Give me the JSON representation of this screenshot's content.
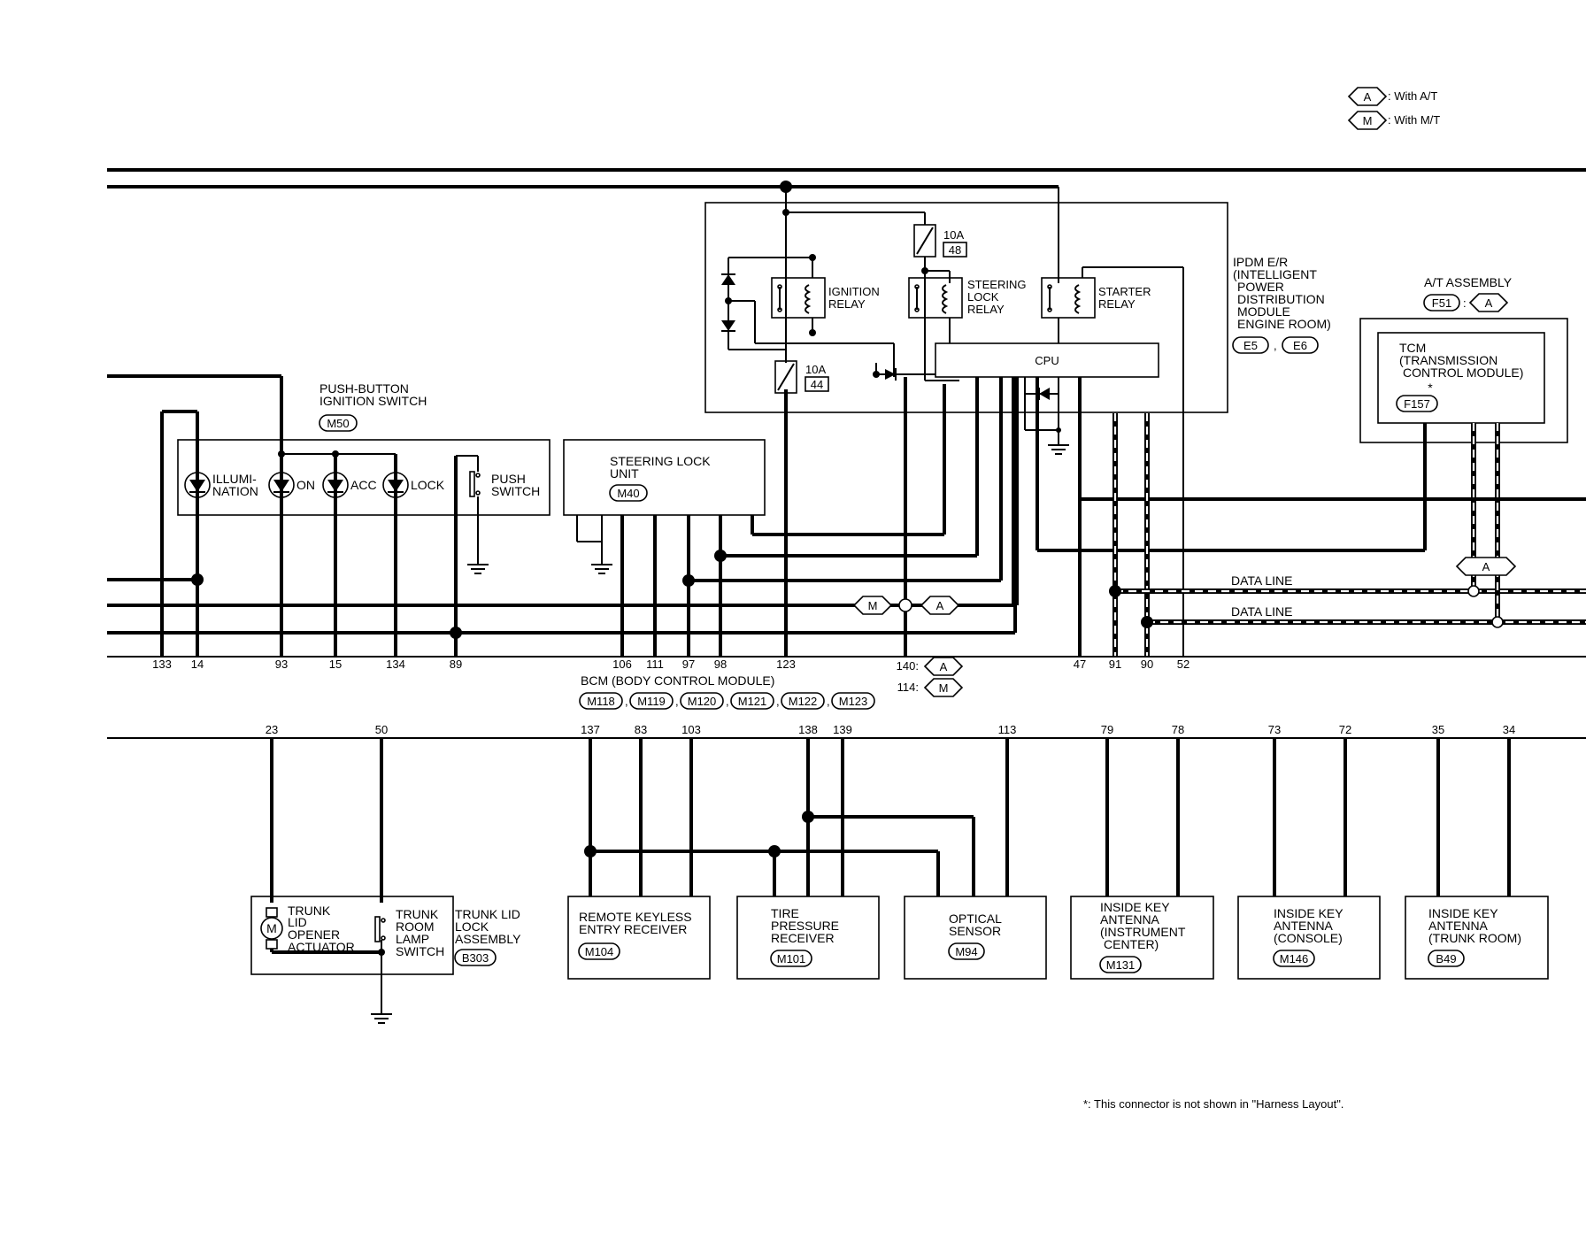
{
  "legend": [
    {
      "code": "A",
      "text": ": With A/T"
    },
    {
      "code": "M",
      "text": ": With M/T"
    }
  ],
  "components": {
    "ipdm": {
      "lines": [
        "IPDM E/R",
        "(INTELLIGENT",
        "POWER",
        "DISTRIBUTION",
        "MODULE",
        "ENGINE ROOM)"
      ],
      "connectors": [
        "E5",
        "E6"
      ]
    },
    "ipdm_internal": {
      "fuse_top": {
        "amp": "10A",
        "num": "48"
      },
      "fuse_left": {
        "amp": "10A",
        "num": "44"
      },
      "ignition_relay": [
        "IGNITION",
        "RELAY"
      ],
      "steering_lock_relay": [
        "STEERING",
        "LOCK",
        "RELAY"
      ],
      "starter_relay": [
        "STARTER",
        "RELAY"
      ],
      "cpu": "CPU"
    },
    "at_assembly": {
      "title": "A/T ASSEMBLY",
      "connector": "F51",
      "variant": "A"
    },
    "tcm": {
      "lines": [
        "TCM",
        "(TRANSMISSION",
        "CONTROL MODULE)"
      ],
      "asterisk": "*",
      "connector": "F157"
    },
    "push_button": {
      "lines": [
        "PUSH-BUTTON",
        "IGNITION SWITCH"
      ],
      "connector": "M50"
    },
    "switch_labels": {
      "illumination": [
        "ILLUMI-",
        "NATION"
      ],
      "on": "ON",
      "acc": "ACC",
      "lock": "LOCK",
      "push_switch": [
        "PUSH",
        "SWITCH"
      ]
    },
    "steering_lock_unit": {
      "lines": [
        "STEERING LOCK",
        "UNIT"
      ],
      "connector": "M40"
    },
    "bcm": {
      "title": "BCM (BODY CONTROL MODULE)",
      "connectors": [
        "M118",
        "M119",
        "M120",
        "M121",
        "M122",
        "M123"
      ]
    },
    "data_lines": [
      "DATA LINE",
      "DATA LINE"
    ],
    "variant_tags": {
      "left_m": "M",
      "left_a": "A",
      "right_a": "A"
    },
    "pin_notes": [
      {
        "pin": "140",
        "variant": "A"
      },
      {
        "pin": "114",
        "variant": "M"
      }
    ],
    "trunk": {
      "motor": "M",
      "actuator": [
        "TRUNK",
        "LID",
        "OPENER",
        "ACTUATOR"
      ],
      "lamp_switch": [
        "TRUNK",
        "ROOM",
        "LAMP",
        "SWITCH"
      ],
      "assembly": [
        "TRUNK LID",
        "LOCK",
        "ASSEMBLY"
      ],
      "connector": "B303"
    },
    "bottom_modules": [
      {
        "lines": [
          "REMOTE KEYLESS",
          "ENTRY RECEIVER"
        ],
        "connector": "M104"
      },
      {
        "lines": [
          "TIRE",
          "PRESSURE",
          "RECEIVER"
        ],
        "connector": "M101"
      },
      {
        "lines": [
          "OPTICAL",
          "SENSOR"
        ],
        "connector": "M94"
      },
      {
        "lines": [
          "INSIDE KEY",
          "ANTENNA",
          "(INSTRUMENT",
          "CENTER)"
        ],
        "connector": "M131"
      },
      {
        "lines": [
          "INSIDE KEY",
          "ANTENNA",
          "(CONSOLE)"
        ],
        "connector": "M146"
      },
      {
        "lines": [
          "INSIDE KEY",
          "ANTENNA",
          "(TRUNK ROOM)"
        ],
        "connector": "B49"
      }
    ]
  },
  "bcm_pins_upper": [
    "133",
    "14",
    "93",
    "15",
    "134",
    "89",
    "106",
    "111",
    "97",
    "98",
    "123",
    "47",
    "91",
    "90",
    "52"
  ],
  "bcm_pins_lower": [
    "23",
    "50",
    "137",
    "83",
    "103",
    "138",
    "139",
    "113",
    "79",
    "78",
    "73",
    "72",
    "35",
    "34"
  ],
  "footnote": "*: This connector is not shown in \"Harness Layout\"."
}
